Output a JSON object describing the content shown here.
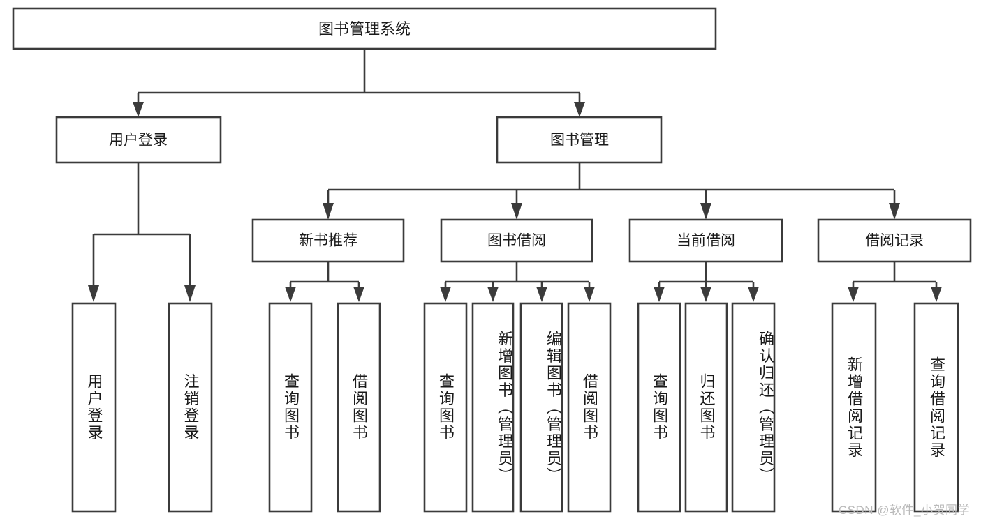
{
  "diagram": {
    "title": "图书管理系统",
    "watermark": "CSDN @软件_小贺同学",
    "colors": {
      "stroke": "#3b3b3b",
      "fill": "#ffffff",
      "text": "#1a1a1a",
      "watermark": "#b9b9b9",
      "background": "#ffffff"
    },
    "root": {
      "label": "图书管理系统"
    },
    "level2": [
      {
        "label": "用户登录"
      },
      {
        "label": "图书管理"
      }
    ],
    "level3": [
      {
        "label": "新书推荐"
      },
      {
        "label": "图书借阅"
      },
      {
        "label": "当前借阅"
      },
      {
        "label": "借阅记录"
      }
    ],
    "leaves": {
      "user_login": [
        {
          "label": "用户登录"
        },
        {
          "label": "注销登录"
        }
      ],
      "new_book_recommend": [
        {
          "label": "查询图书"
        },
        {
          "label": "借阅图书"
        }
      ],
      "book_borrow": [
        {
          "label": "查询图书"
        },
        {
          "label": "新增图书（管理员）"
        },
        {
          "label": "编辑图书（管理员）"
        },
        {
          "label": "借阅图书"
        }
      ],
      "current_borrow": [
        {
          "label": "查询图书"
        },
        {
          "label": "归还图书"
        },
        {
          "label": "确认归还（管理员）"
        }
      ],
      "borrow_record": [
        {
          "label": "新增借阅记录"
        },
        {
          "label": "查询借阅记录"
        }
      ]
    }
  }
}
